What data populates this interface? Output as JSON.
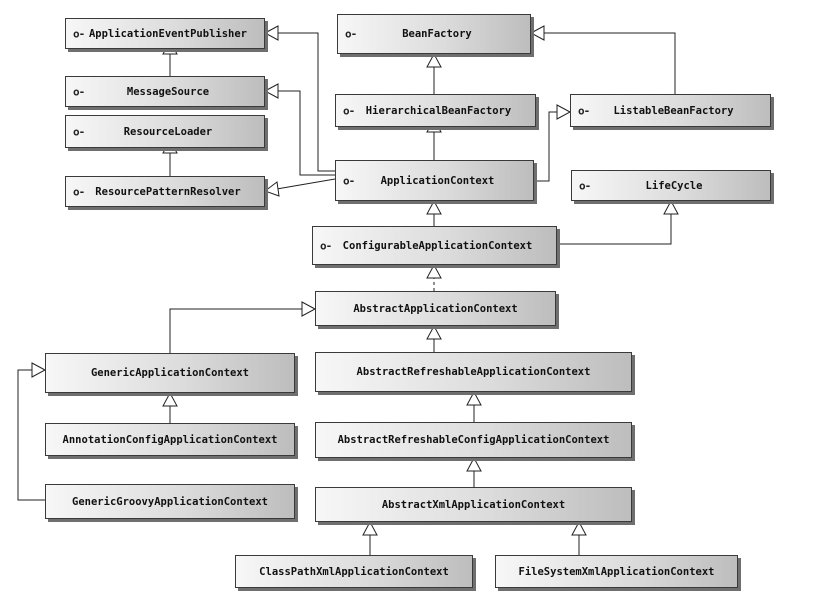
{
  "interface_marker": "o-",
  "nodes": {
    "application_event_publisher": "ApplicationEventPublisher",
    "message_source": "MessageSource",
    "resource_loader": "ResourceLoader",
    "resource_pattern_resolver": "ResourcePatternResolver",
    "bean_factory": "BeanFactory",
    "hierarchical_bean_factory": "HierarchicalBeanFactory",
    "listable_bean_factory": "ListableBeanFactory",
    "application_context": "ApplicationContext",
    "lifecycle": "LifeCycle",
    "configurable_application_context": "ConfigurableApplicationContext",
    "abstract_application_context": "AbstractApplicationContext",
    "generic_application_context": "GenericApplicationContext",
    "abstract_refreshable_application_context": "AbstractRefreshableApplicationContext",
    "annotation_config_application_context": "AnnotationConfigApplicationContext",
    "abstract_refreshable_config_application_context": "AbstractRefreshableConfigApplicationContext",
    "generic_groovy_application_context": "GenericGroovyApplicationContext",
    "abstract_xml_application_context": "AbstractXmlApplicationContext",
    "class_path_xml_application_context": "ClassPathXmlApplicationContext",
    "file_system_xml_application_context": "FileSystemXmlApplicationContext"
  },
  "relationships": [
    {
      "from": "message_source",
      "to": "application_event_publisher",
      "type": "extends"
    },
    {
      "from": "resource_pattern_resolver",
      "to": "resource_loader",
      "type": "extends"
    },
    {
      "from": "hierarchical_bean_factory",
      "to": "bean_factory",
      "type": "extends"
    },
    {
      "from": "listable_bean_factory",
      "to": "bean_factory",
      "type": "extends"
    },
    {
      "from": "application_context",
      "to": "application_event_publisher",
      "type": "extends"
    },
    {
      "from": "application_context",
      "to": "message_source",
      "type": "extends"
    },
    {
      "from": "application_context",
      "to": "resource_pattern_resolver",
      "type": "extends"
    },
    {
      "from": "application_context",
      "to": "hierarchical_bean_factory",
      "type": "extends"
    },
    {
      "from": "application_context",
      "to": "listable_bean_factory",
      "type": "extends"
    },
    {
      "from": "configurable_application_context",
      "to": "application_context",
      "type": "extends"
    },
    {
      "from": "configurable_application_context",
      "to": "lifecycle",
      "type": "extends"
    },
    {
      "from": "abstract_application_context",
      "to": "configurable_application_context",
      "type": "implements"
    },
    {
      "from": "abstract_refreshable_application_context",
      "to": "abstract_application_context",
      "type": "extends"
    },
    {
      "from": "generic_application_context",
      "to": "abstract_application_context",
      "type": "extends"
    },
    {
      "from": "annotation_config_application_context",
      "to": "generic_application_context",
      "type": "extends"
    },
    {
      "from": "generic_groovy_application_context",
      "to": "generic_application_context",
      "type": "extends"
    },
    {
      "from": "abstract_refreshable_config_application_context",
      "to": "abstract_refreshable_application_context",
      "type": "extends"
    },
    {
      "from": "abstract_xml_application_context",
      "to": "abstract_refreshable_config_application_context",
      "type": "extends"
    },
    {
      "from": "class_path_xml_application_context",
      "to": "abstract_xml_application_context",
      "type": "extends"
    },
    {
      "from": "file_system_xml_application_context",
      "to": "abstract_xml_application_context",
      "type": "extends"
    }
  ]
}
